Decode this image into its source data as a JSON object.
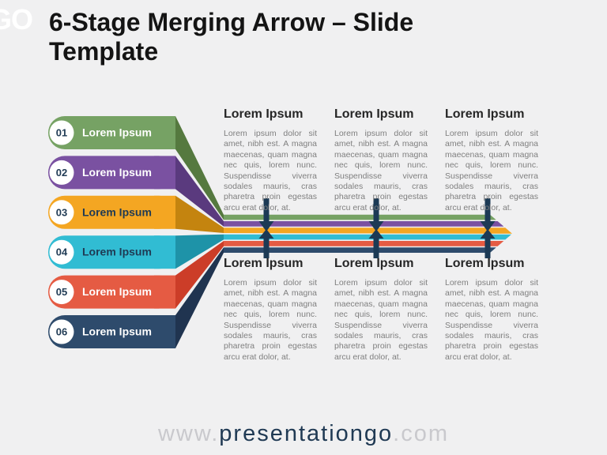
{
  "slide": {
    "logo_text": "GO",
    "title": "6-Stage Merging Arrow – Slide Template",
    "footer": {
      "prefix": "www.",
      "brand": "presentationgo",
      "suffix": ".com"
    }
  },
  "stages": [
    {
      "number": "01",
      "label": "Lorem Ipsum",
      "bar_color": "#76A264",
      "ribbon_color": "#55793F",
      "label_color": "#FFFFFF"
    },
    {
      "number": "02",
      "label": "Lorem Ipsum",
      "bar_color": "#7A51A1",
      "ribbon_color": "#5A3A7E",
      "label_color": "#FFFFFF"
    },
    {
      "number": "03",
      "label": "Lorem Ipsum",
      "bar_color": "#F4A622",
      "ribbon_color": "#C4840F",
      "label_color": "#1F3A54"
    },
    {
      "number": "04",
      "label": "Lorem Ipsum",
      "bar_color": "#31BCD3",
      "ribbon_color": "#1E93A8",
      "label_color": "#1F3A54"
    },
    {
      "number": "05",
      "label": "Lorem Ipsum",
      "bar_color": "#E55B43",
      "ribbon_color": "#CC3D28",
      "label_color": "#FFFFFF"
    },
    {
      "number": "06",
      "label": "Lorem Ipsum",
      "bar_color": "#2E4B6C",
      "ribbon_color": "#203450",
      "label_color": "#FFFFFF"
    }
  ],
  "blocks": {
    "top": [
      {
        "heading": "Lorem Ipsum",
        "body": "Lorem ipsum dolor sit amet, nibh est. A magna maecenas, quam magna nec quis, lorem nunc. Suspendisse viverra sodales mauris, cras pharetra proin egestas arcu erat dolor, at."
      },
      {
        "heading": "Lorem Ipsum",
        "body": "Lorem ipsum dolor sit amet, nibh est. A magna maecenas, quam magna nec quis, lorem nunc. Suspendisse viverra sodales mauris, cras pharetra proin egestas arcu erat dolor, at."
      },
      {
        "heading": "Lorem Ipsum",
        "body": "Lorem ipsum dolor sit amet, nibh est. A magna maecenas, quam magna nec quis, lorem nunc. Suspendisse viverra sodales mauris, cras pharetra proin egestas arcu erat dolor, at."
      }
    ],
    "bottom": [
      {
        "heading": "Lorem Ipsum",
        "body": "Lorem ipsum dolor sit amet, nibh est. A magna maecenas, quam magna nec quis, lorem nunc. Suspendisse viverra sodales mauris, cras pharetra proin egestas arcu erat dolor, at."
      },
      {
        "heading": "Lorem Ipsum",
        "body": "Lorem ipsum dolor sit amet, nibh est. A magna maecenas, quam magna nec quis, lorem nunc. Suspendisse viverra sodales mauris, cras pharetra proin egestas arcu erat dolor, at."
      },
      {
        "heading": "Lorem Ipsum",
        "body": "Lorem ipsum dolor sit amet, nibh est. A magna maecenas, quam magna nec quis, lorem nunc. Suspendisse viverra sodales mauris, cras pharetra proin egestas arcu erat dolor, at."
      }
    ]
  },
  "colors": {
    "background": "#F0F0F1",
    "merge_arrow": "#1C3A55",
    "stage_number": "#1F3A54",
    "heading": "#262626",
    "body_text": "#7F7F7F",
    "title": "#141414",
    "footer_gray": "#C9C9CD",
    "footer_navy": "#203A54",
    "logo_white": "#FFFFFF"
  }
}
